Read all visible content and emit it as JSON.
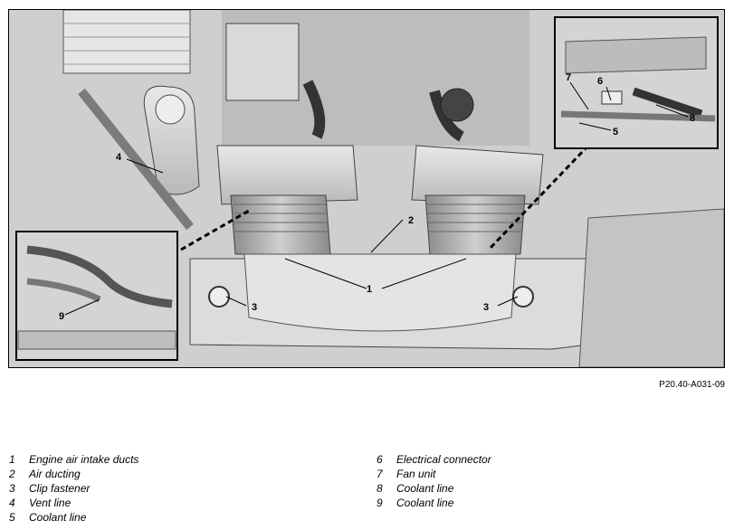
{
  "figure": {
    "reference": "P20.40-A031-09",
    "callouts": [
      "1",
      "1",
      "2",
      "3",
      "3",
      "4",
      "5",
      "6",
      "7",
      "8",
      "9"
    ]
  },
  "legend": {
    "left": [
      {
        "num": "1",
        "text": "Engine air intake ducts"
      },
      {
        "num": "2",
        "text": "Air ducting"
      },
      {
        "num": "3",
        "text": "Clip fastener"
      },
      {
        "num": "4",
        "text": "Vent line"
      },
      {
        "num": "5",
        "text": "Coolant line"
      }
    ],
    "right": [
      {
        "num": "6",
        "text": "Electrical connector"
      },
      {
        "num": "7",
        "text": "Fan unit"
      },
      {
        "num": "8",
        "text": "Coolant line"
      },
      {
        "num": "9",
        "text": "Coolant line"
      }
    ]
  }
}
